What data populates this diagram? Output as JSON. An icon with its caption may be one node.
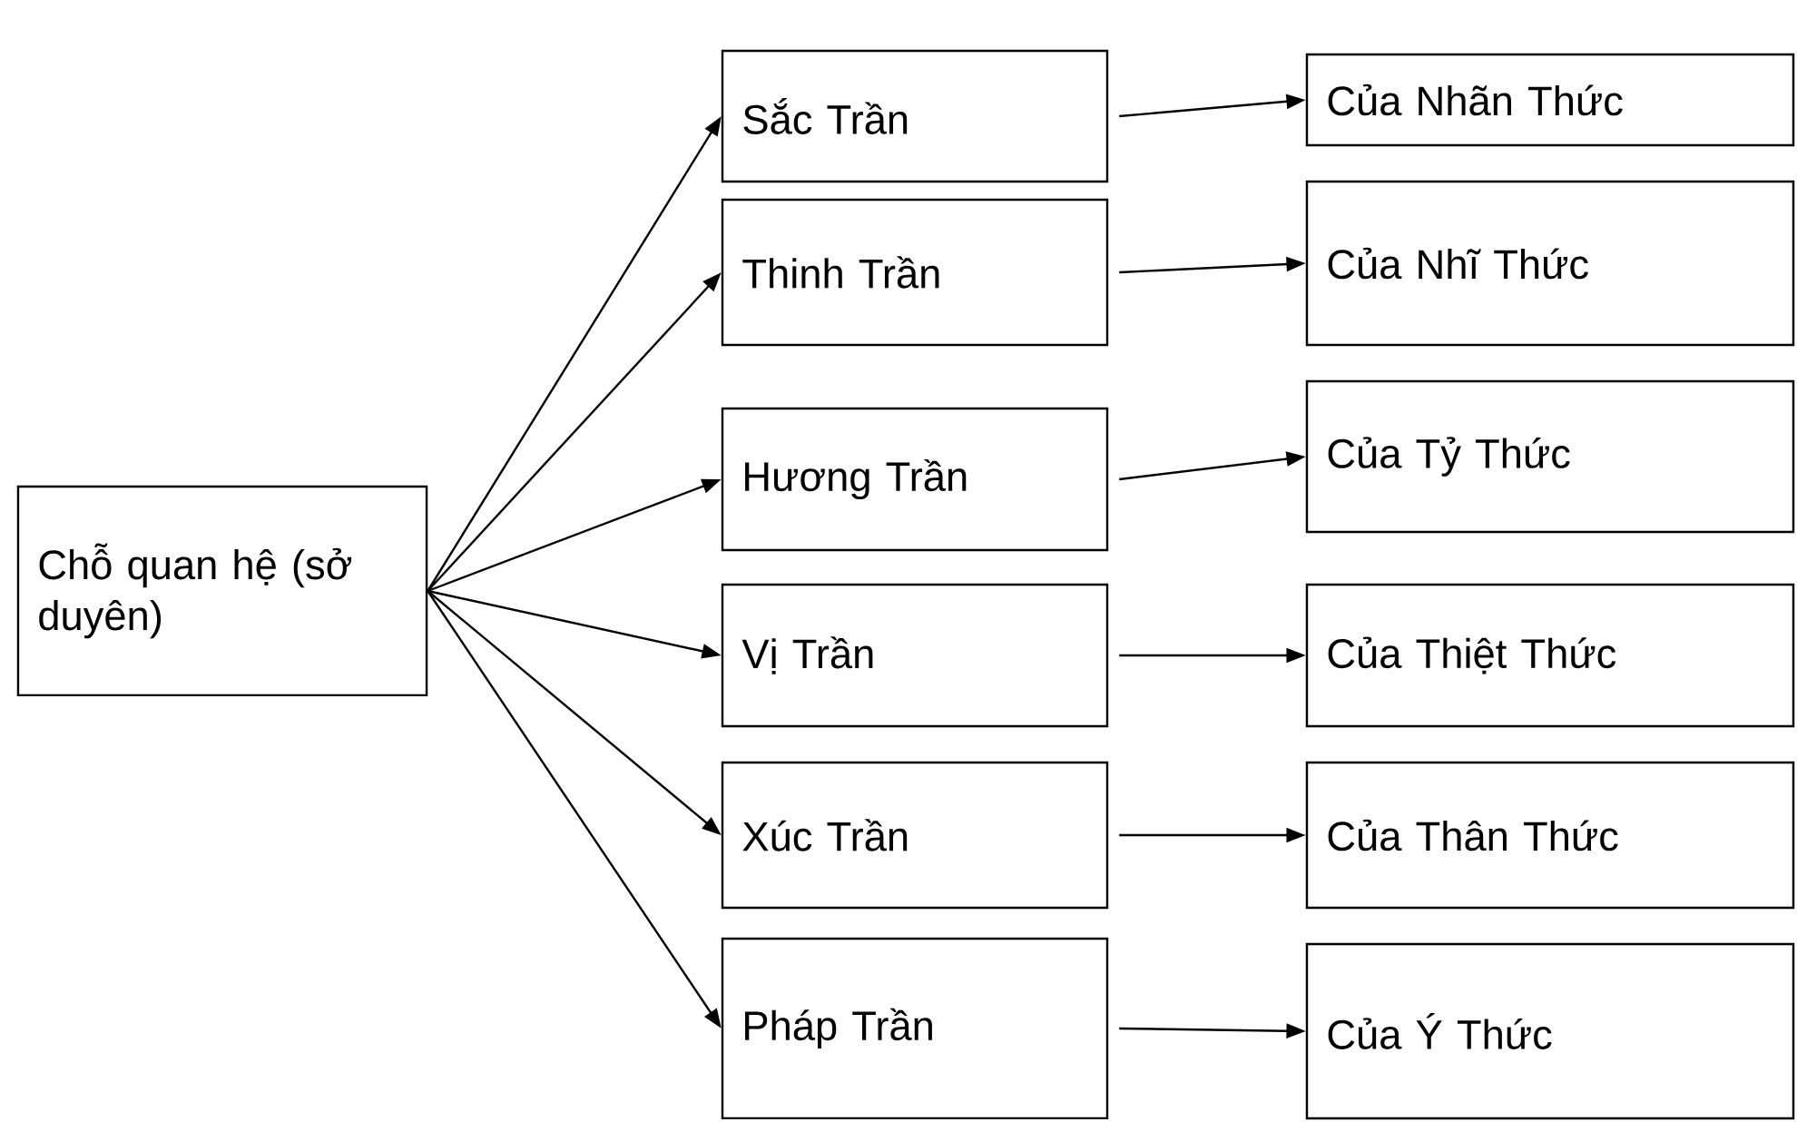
{
  "diagram": {
    "nodes": [
      {
        "text": [
          "Chỗ quan hệ (sở duyên)"
        ]
      },
      {
        "text": [
          "Sắc Trần"
        ]
      },
      {
        "text": [
          "Thinh Trần"
        ]
      },
      {
        "text": [
          "Hương Trần"
        ]
      },
      {
        "text": [
          "Vị Trần"
        ]
      },
      {
        "text": [
          "Xúc Trần"
        ]
      },
      {
        "text": [
          "Pháp Trần"
        ]
      },
      {
        "text": [
          "Của Nhãn Thức"
        ]
      },
      {
        "text": [
          "Của Nhĩ Thức"
        ]
      },
      {
        "text": [
          "Của Tỷ Thức"
        ]
      },
      {
        "text": [
          "Của Thiệt Thức"
        ]
      },
      {
        "text": [
          "Của Thân Thức"
        ]
      },
      {
        "text": [
          "Của Ý Thức"
        ]
      }
    ],
    "edges": [
      {
        "from": 0,
        "to": 1,
        "arrow": "to"
      },
      {
        "from": 0,
        "to": 2,
        "arrow": "to"
      },
      {
        "from": 0,
        "to": 3,
        "arrow": "to"
      },
      {
        "from": 0,
        "to": 4,
        "arrow": "to"
      },
      {
        "from": 0,
        "to": 5,
        "arrow": "to"
      },
      {
        "from": 0,
        "to": 6,
        "arrow": "to"
      },
      {
        "from": 1,
        "to": 7,
        "arrow": "to"
      },
      {
        "from": 2,
        "to": 8,
        "arrow": "to"
      },
      {
        "from": 3,
        "to": 9,
        "arrow": "to"
      },
      {
        "from": 4,
        "to": 10,
        "arrow": "to"
      },
      {
        "from": 5,
        "to": 11,
        "arrow": "to"
      },
      {
        "from": 6,
        "to": 12,
        "arrow": "to"
      }
    ]
  }
}
